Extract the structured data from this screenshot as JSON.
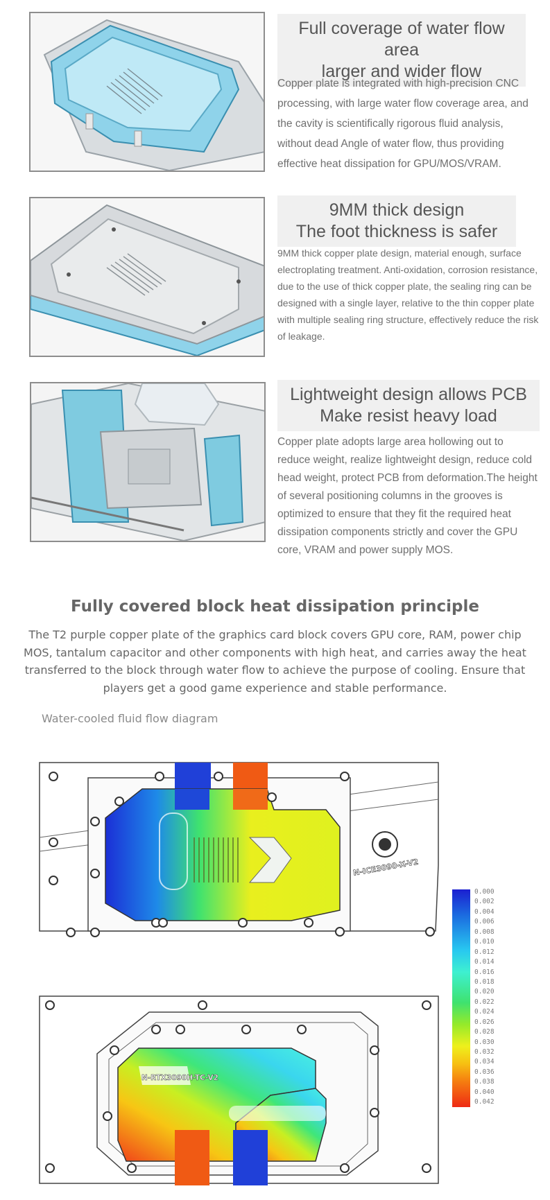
{
  "feature_sections": [
    {
      "title_lines": [
        "Full coverage of water flow area",
        "larger and wider flow"
      ],
      "description": "Copper plate is integrated with high-precision CNC processing, with large water flow coverage area, and the cavity is scientifically rigorous fluid analysis, without dead Angle of water flow, thus providing effective heat dissipation for GPU/MOS/VRAM."
    },
    {
      "title_lines": [
        "9MM thick design",
        "The foot thickness is safer"
      ],
      "description": "9MM thick copper plate design, material enough, surface electroplating treatment. Anti-oxidation, corrosion resistance, due to the use of thick copper plate, the sealing ring can be designed with a single layer, relative to the thin copper plate with multiple sealing ring structure, effectively reduce the risk of leakage."
    },
    {
      "title_lines": [
        "Lightweight design allows PCB",
        "Make resist heavy load"
      ],
      "description": "Copper plate adopts large area hollowing out to reduce weight, realize lightweight design, reduce cold head weight, protect PCB from deformation.The height of several positioning columns in the grooves is optimized to ensure that they fit the required heat dissipation components strictly and cover the GPU core, VRAM and power supply MOS."
    }
  ],
  "principle": {
    "heading": "Fully covered block heat dissipation principle",
    "paragraph": "The T2 purple copper plate of the graphics card block covers GPU core, RAM, power chip MOS, tantalum capacitor and other components with high heat, and carries away the heat transferred to the block through water flow to achieve the purpose of cooling. Ensure that players get a good game experience and stable performance."
  },
  "diagram": {
    "caption": "Water-cooled fluid flow diagram",
    "front_block_label": "N-ICE3090-X-V2",
    "back_block_label": "N-RTX3090H-TC-V2",
    "legend_values": [
      "0.000",
      "0.002",
      "0.004",
      "0.006",
      "0.008",
      "0.010",
      "0.012",
      "0.014",
      "0.016",
      "0.018",
      "0.020",
      "0.022",
      "0.024",
      "0.026",
      "0.028",
      "0.030",
      "0.032",
      "0.034",
      "0.036",
      "0.038",
      "0.040",
      "0.042"
    ],
    "legend_colors": [
      "#1b1fd0",
      "#28c8f0",
      "#3fe26f",
      "#eef01c",
      "#ee2a14"
    ]
  }
}
